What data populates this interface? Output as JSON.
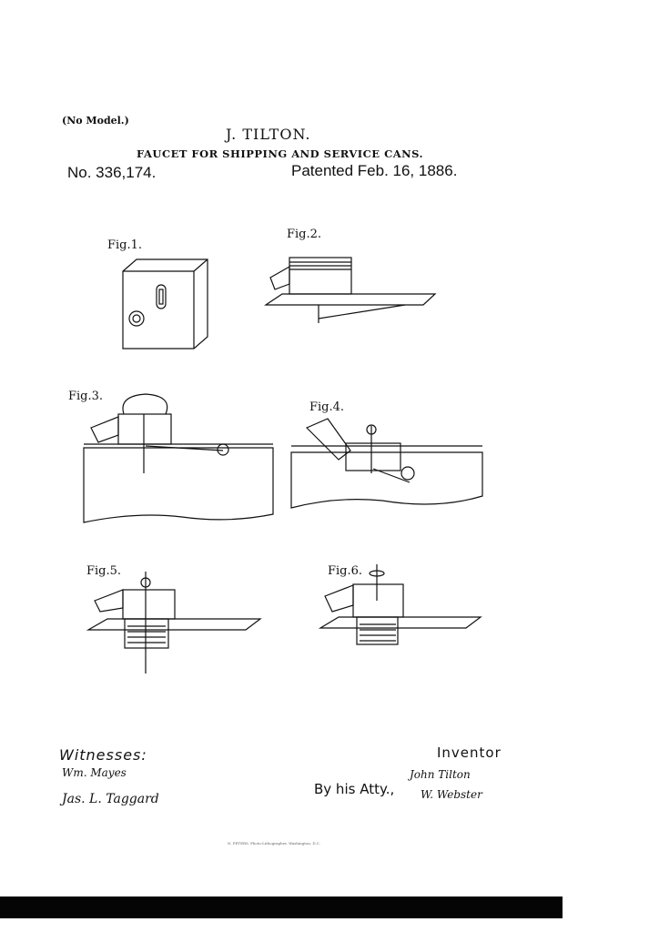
{
  "header": {
    "no_model": "(No Model.)",
    "inventor_name": "J. TILTON.",
    "title": "FAUCET FOR SHIPPING AND SERVICE CANS.",
    "patent_number": "No. 336,174.",
    "patent_date": "Patented Feb. 16, 1886."
  },
  "figures": [
    {
      "label": "Fig.1."
    },
    {
      "label": "Fig.2."
    },
    {
      "label": "Fig.3."
    },
    {
      "label": "Fig.4."
    },
    {
      "label": "Fig.5."
    },
    {
      "label": "Fig.6."
    }
  ],
  "footer": {
    "witnesses_label": "Witnesses:",
    "witness_1": "Wm. Mayes",
    "witness_2": "Jas. L. Taggard",
    "inventor_label": "Inventor",
    "inventor_signature": "John Tilton",
    "attorney_label": "By his Atty.,",
    "attorney_signature": "W. Webster",
    "printer": "N. PETERS, Photo-Lithographer, Washington, D.C."
  }
}
